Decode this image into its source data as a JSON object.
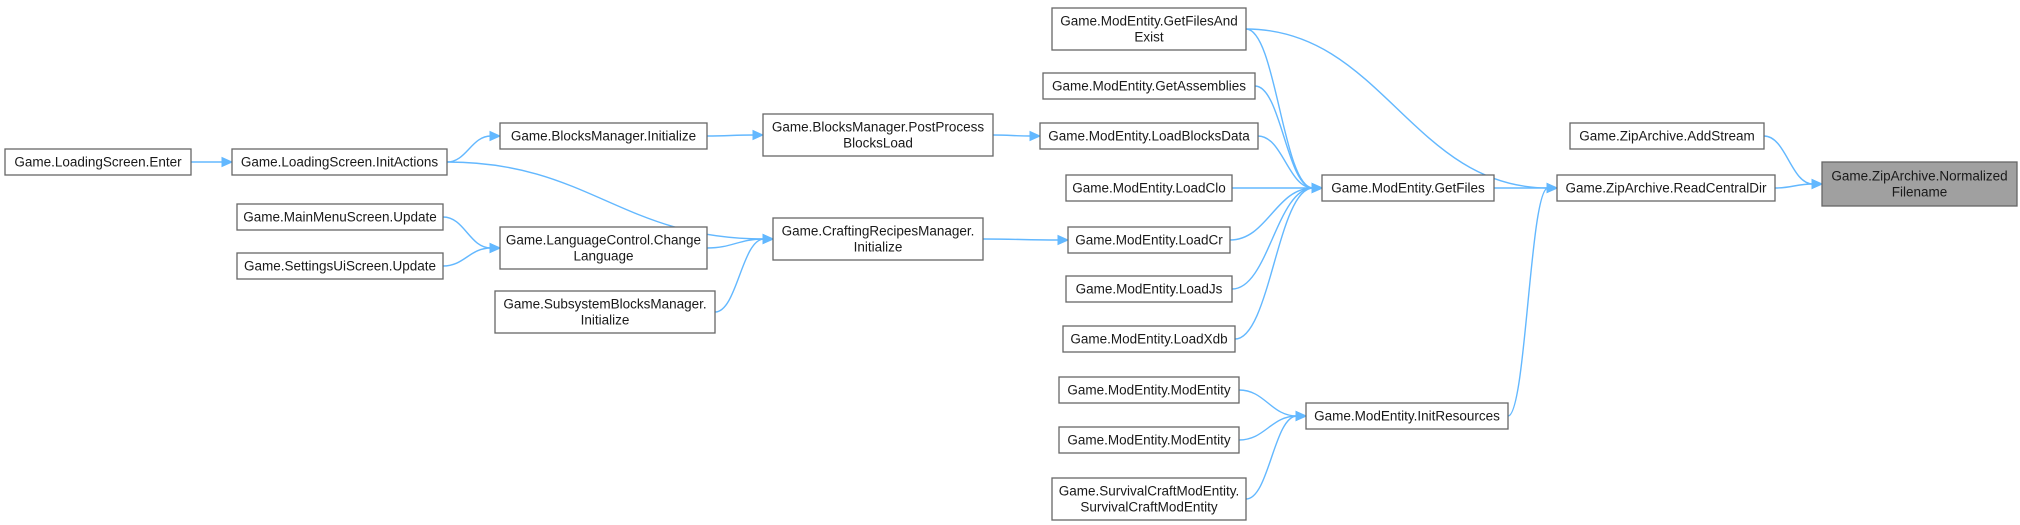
{
  "colors": {
    "node_border": "#666666",
    "root_fill": "#a0a0a0",
    "edge": "#63b8ff",
    "background": "#ffffff"
  },
  "nodes": [
    {
      "id": "root",
      "lines": [
        "Game.ZipArchive.Normalized",
        "Filename"
      ],
      "highlighted": true
    },
    {
      "id": "addstream",
      "lines": [
        "Game.ZipArchive.AddStream"
      ]
    },
    {
      "id": "readcentral",
      "lines": [
        "Game.ZipArchive.ReadCentralDir"
      ]
    },
    {
      "id": "getfilesandexist",
      "lines": [
        "Game.ModEntity.GetFilesAnd",
        "Exist"
      ]
    },
    {
      "id": "getfiles",
      "lines": [
        "Game.ModEntity.GetFiles"
      ]
    },
    {
      "id": "initresources",
      "lines": [
        "Game.ModEntity.InitResources"
      ]
    },
    {
      "id": "getassemblies",
      "lines": [
        "Game.ModEntity.GetAssemblies"
      ]
    },
    {
      "id": "loadblocksdata",
      "lines": [
        "Game.ModEntity.LoadBlocksData"
      ]
    },
    {
      "id": "loadclo",
      "lines": [
        "Game.ModEntity.LoadClo"
      ]
    },
    {
      "id": "loadcr",
      "lines": [
        "Game.ModEntity.LoadCr"
      ]
    },
    {
      "id": "loadjs",
      "lines": [
        "Game.ModEntity.LoadJs"
      ]
    },
    {
      "id": "loadxdb",
      "lines": [
        "Game.ModEntity.LoadXdb"
      ]
    },
    {
      "id": "modentity1",
      "lines": [
        "Game.ModEntity.ModEntity"
      ]
    },
    {
      "id": "modentity2",
      "lines": [
        "Game.ModEntity.ModEntity"
      ]
    },
    {
      "id": "survivalcraft",
      "lines": [
        "Game.SurvivalCraftModEntity.",
        "SurvivalCraftModEntity"
      ]
    },
    {
      "id": "postprocess",
      "lines": [
        "Game.BlocksManager.PostProcess",
        "BlocksLoad"
      ]
    },
    {
      "id": "craftinginit",
      "lines": [
        "Game.CraftingRecipesManager.",
        "Initialize"
      ]
    },
    {
      "id": "blocksinit",
      "lines": [
        "Game.BlocksManager.Initialize"
      ]
    },
    {
      "id": "langchange",
      "lines": [
        "Game.LanguageControl.Change",
        "Language"
      ]
    },
    {
      "id": "subsysblocks",
      "lines": [
        "Game.SubsystemBlocksManager.",
        "Initialize"
      ]
    },
    {
      "id": "initactions",
      "lines": [
        "Game.LoadingScreen.InitActions"
      ]
    },
    {
      "id": "mainmenu",
      "lines": [
        "Game.MainMenuScreen.Update"
      ]
    },
    {
      "id": "settingsui",
      "lines": [
        "Game.SettingsUiScreen.Update"
      ]
    },
    {
      "id": "loadingenter",
      "lines": [
        "Game.LoadingScreen.Enter"
      ]
    }
  ],
  "edges": [
    {
      "from": "addstream",
      "to": "root"
    },
    {
      "from": "readcentral",
      "to": "root"
    },
    {
      "from": "getfilesandexist",
      "to": "readcentral"
    },
    {
      "from": "getfiles",
      "to": "readcentral"
    },
    {
      "from": "initresources",
      "to": "readcentral"
    },
    {
      "from": "getfilesandexist",
      "to": "getfiles"
    },
    {
      "from": "getassemblies",
      "to": "getfiles"
    },
    {
      "from": "loadblocksdata",
      "to": "getfiles"
    },
    {
      "from": "loadclo",
      "to": "getfiles"
    },
    {
      "from": "loadcr",
      "to": "getfiles"
    },
    {
      "from": "loadjs",
      "to": "getfiles"
    },
    {
      "from": "loadxdb",
      "to": "getfiles"
    },
    {
      "from": "modentity1",
      "to": "initresources"
    },
    {
      "from": "modentity2",
      "to": "initresources"
    },
    {
      "from": "survivalcraft",
      "to": "initresources"
    },
    {
      "from": "postprocess",
      "to": "loadblocksdata"
    },
    {
      "from": "craftinginit",
      "to": "loadcr"
    },
    {
      "from": "blocksinit",
      "to": "postprocess"
    },
    {
      "from": "initactions",
      "to": "craftinginit"
    },
    {
      "from": "langchange",
      "to": "craftinginit"
    },
    {
      "from": "subsysblocks",
      "to": "craftinginit"
    },
    {
      "from": "initactions",
      "to": "blocksinit"
    },
    {
      "from": "loadingenter",
      "to": "initactions"
    },
    {
      "from": "mainmenu",
      "to": "langchange"
    },
    {
      "from": "settingsui",
      "to": "langchange"
    }
  ]
}
